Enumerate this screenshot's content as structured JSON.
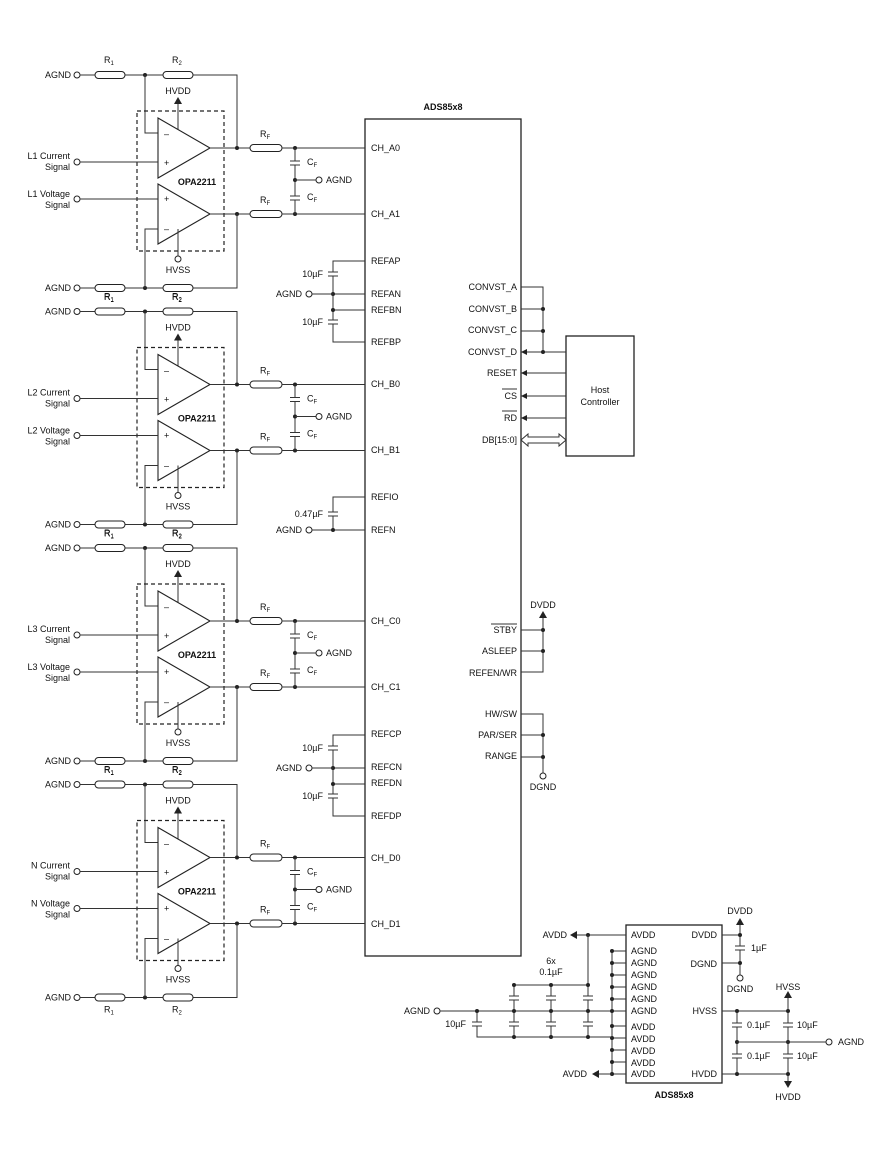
{
  "main_chip": {
    "title": "ADS85x8",
    "left_pins": [
      "CH_A0",
      "CH_A1",
      "REFAP",
      "REFAN",
      "REFBN",
      "REFBP",
      "CH_B0",
      "CH_B1",
      "REFIO",
      "REFN",
      "CH_C0",
      "CH_C1",
      "REFCP",
      "REFCN",
      "REFDN",
      "REFDP",
      "CH_D0",
      "CH_D1"
    ],
    "right_pins": [
      "CONVST_A",
      "CONVST_B",
      "CONVST_C",
      "CONVST_D",
      "RESET",
      "CS",
      "RD",
      "DB[15:0]",
      "STBY",
      "ASLEEP",
      "REFEN/WR",
      "HW/SW",
      "PAR/SER",
      "RANGE"
    ]
  },
  "host": {
    "line1": "Host",
    "line2": "Controller"
  },
  "channels": [
    {
      "current": [
        "L1 Current",
        "Signal"
      ],
      "voltage": [
        "L1 Voltage",
        "Signal"
      ],
      "pins": [
        "CH_A0",
        "CH_A1"
      ]
    },
    {
      "current": [
        "L2 Current",
        "Signal"
      ],
      "voltage": [
        "L2 Voltage",
        "Signal"
      ],
      "pins": [
        "CH_B0",
        "CH_B1"
      ]
    },
    {
      "current": [
        "L3 Current",
        "Signal"
      ],
      "voltage": [
        "L3 Voltage",
        "Signal"
      ],
      "pins": [
        "CH_C0",
        "CH_C1"
      ]
    },
    {
      "current": [
        "N Current",
        "Signal"
      ],
      "voltage": [
        "N Voltage",
        "Signal"
      ],
      "pins": [
        "CH_D0",
        "CH_D1"
      ]
    }
  ],
  "labels": {
    "agnd": "AGND",
    "dgnd": "DGND",
    "dvdd": "DVDD",
    "avdd": "AVDD",
    "hvdd": "HVDD",
    "hvss": "HVSS",
    "opamp": "OPA2211",
    "r1": "R",
    "r2": "R",
    "rf": "R",
    "cf": "C",
    "sub1": "1",
    "sub2": "2",
    "subF": "F",
    "cap_10u": "10µF",
    "cap_047u": "0.47µF",
    "cap_1u": "1µF",
    "cap_01u": "0.1µF",
    "caps6x_a": "6x",
    "caps6x_b": "0.1µF"
  },
  "power_chip": {
    "title": "ADS85x8",
    "left_pins": [
      "AVDD",
      "AGND",
      "AGND",
      "AGND",
      "AGND",
      "AGND",
      "AGND",
      "AVDD",
      "AVDD",
      "AVDD",
      "AVDD",
      "AVDD"
    ],
    "right_pins": [
      "DVDD",
      "DGND",
      "HVSS",
      "HVDD"
    ]
  },
  "colors": {
    "line": "#333333",
    "text": "#111111"
  }
}
